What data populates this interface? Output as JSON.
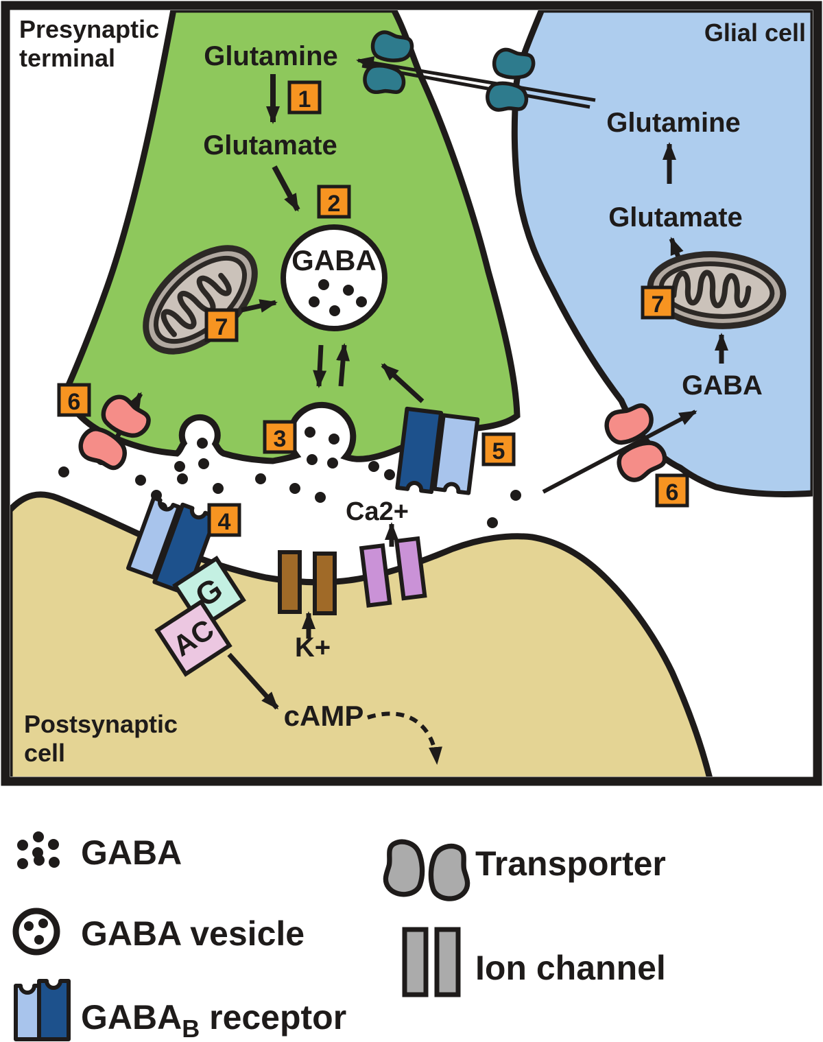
{
  "cells": {
    "presynaptic": {
      "label_line1": "Presynaptic",
      "label_line2": "terminal"
    },
    "glial": {
      "label": "Glial cell"
    },
    "postsynaptic": {
      "label_line1": "Postsynaptic",
      "label_line2": "cell"
    }
  },
  "molecules": {
    "glutamine_presynaptic": "Glutamine",
    "glutamate_presynaptic": "Glutamate",
    "gaba_vesicle_label": "GABA",
    "glutamine_glial": "Glutamine",
    "glutamate_glial": "Glutamate",
    "gaba_glial": "GABA",
    "calcium": "Ca2+",
    "potassium": "K+",
    "camp": "cAMP",
    "g_protein": "G",
    "adenylyl_cyclase": "AC"
  },
  "steps": {
    "s1": "1",
    "s2": "2",
    "s3": "3",
    "s4": "4",
    "s5": "5",
    "s6": "6",
    "s7": "7"
  },
  "legend": {
    "gaba": "GABA",
    "gaba_vesicle": "GABA vesicle",
    "gabab_pre": "GABA",
    "gabab_sub": "B",
    "gabab_post": " receptor",
    "transporter": "Transporter",
    "ion_channel": "Ion channel"
  },
  "colors": {
    "presynaptic": "#8ec85c",
    "glial": "#aecdee",
    "postsynaptic": "#e4d494",
    "badge": "#f79421",
    "teal": "#2e7b8d",
    "pink": "#f58d88",
    "receptor_dark": "#1d518c",
    "receptor_light": "#a8c4ec",
    "g_box": "#c4f0e2",
    "ac_box": "#ecc7e1",
    "k_channel": "#a06a28",
    "ca_channel": "#ca92d7",
    "mito": "#b2a9a1",
    "mito_inner": "#cbc2ba",
    "legend_gray": "#ababab",
    "ink": "#1e1b1a"
  }
}
